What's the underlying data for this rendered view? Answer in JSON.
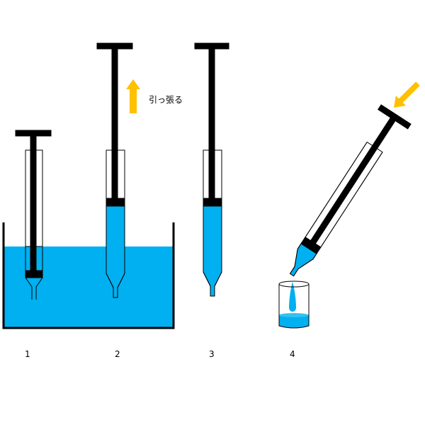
{
  "annotation": {
    "pull_label": "引っ張る"
  },
  "steps": [
    "1",
    "2",
    "3",
    "4"
  ],
  "colors": {
    "water": "#00B0F0",
    "arrow": "#FFC000",
    "plunger": "#000000"
  }
}
